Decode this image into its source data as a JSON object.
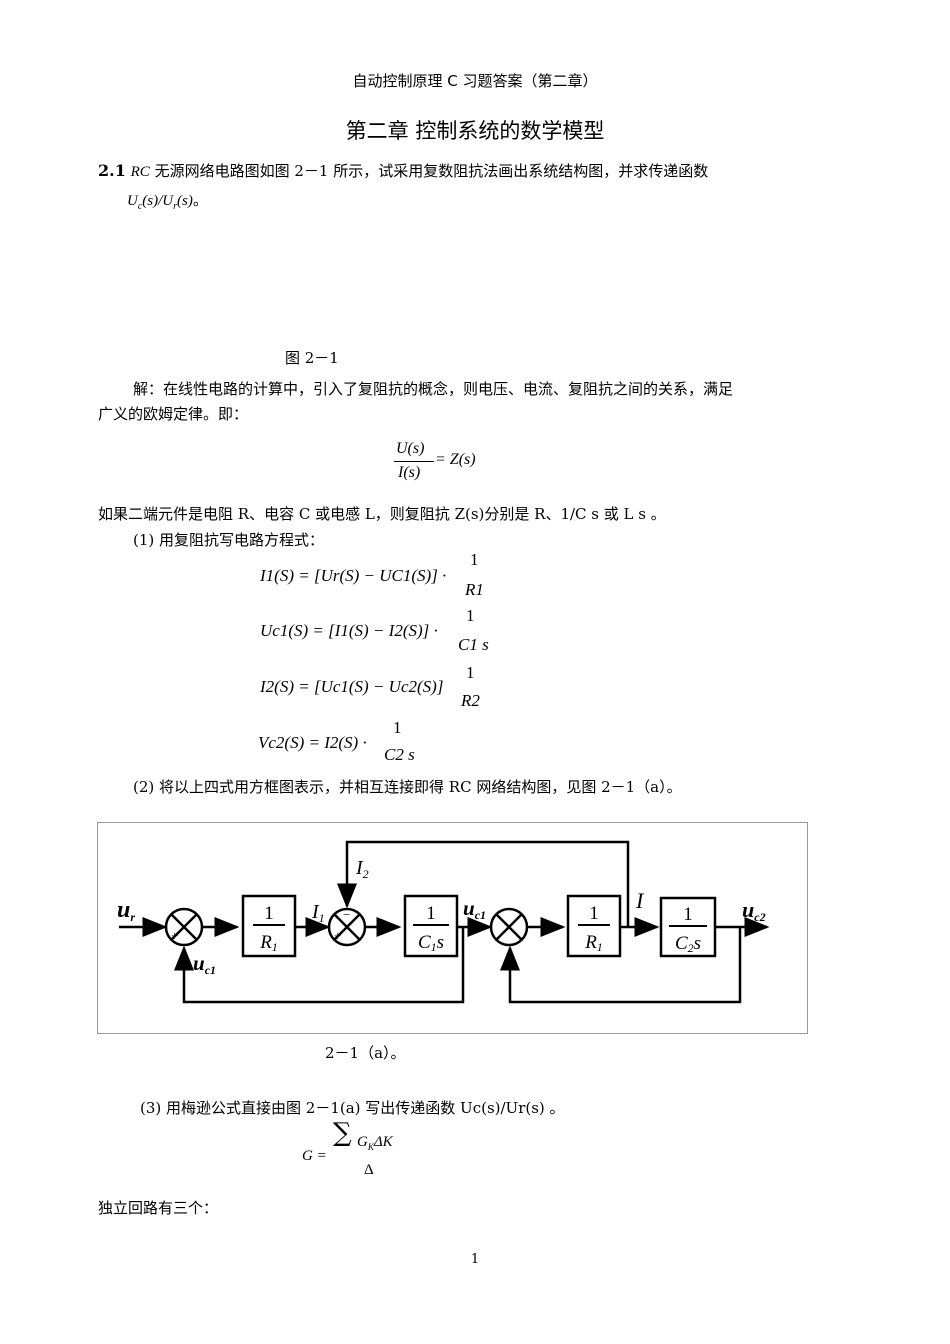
{
  "header": "自动控制原理 C 习题答案（第二章）",
  "chapter_title": "第二章  控制系统的数学模型",
  "problem": {
    "number": "2.1",
    "text_rc": "RC",
    "text_main": "无源网络电路图如图  2－1  所示，试采用复数阻抗法画出系统结构图，并求传递函数",
    "text_tf": "Uc(s)/Ur(s)。"
  },
  "figure1_caption": "图 2－1",
  "solution": {
    "para1_line1": "解：在线性电路的计算中，引入了复阻抗的概念，则电压、电流、复阻抗之间的关系，满足",
    "para1_line2": "广义的欧姆定律。即：",
    "ohm_num": "U(s)",
    "ohm_den": "I(s)",
    "ohm_rhs": "= Z(s)",
    "para2": "如果二端元件是电阻 R、电容 C 或电感 L，则复阻抗 Z(s)分别是 R、1/C s 或 L s  。",
    "step1": "(1)  用复阻抗写电路方程式：",
    "eq1": "I1(S) = [Ur(S) − UC1(S)] ·",
    "eq1_frac": [
      "1",
      "R1"
    ],
    "eq2": "Uc1(S) = [I1(S) − I2(S)] ·",
    "eq2_frac": [
      "1",
      "C1 s"
    ],
    "eq3": "I2(S) = [Uc1(S) − Uc2(S)]",
    "eq3_frac": [
      "1",
      "R2"
    ],
    "eq4": "Vc2(S) = I2(S) ·",
    "eq4_frac": [
      "1",
      "C2 s"
    ],
    "step2": "(2)  将以上四式用方框图表示，并相互连接即得 RC 网络结构图，见图 2－1（a）。"
  },
  "block_diagram": {
    "input": "ur",
    "output": "uc2",
    "blocks": [
      "1/R1",
      "1/C1s",
      "1/R1",
      "1/C2s"
    ],
    "signals": [
      "I1",
      "I2",
      "uc1",
      "I",
      "uc1"
    ]
  },
  "figure2_caption": "2－1（a）。",
  "step3": "(3) 用梅逊公式直接由图 2－1(a)  写出传递函数 Uc(s)/Ur(s)  。",
  "mason": {
    "lhs": "G =",
    "num": "∑G_K ΔK",
    "den": "Δ"
  },
  "loops": "独立回路有三个：",
  "page_number": "1"
}
